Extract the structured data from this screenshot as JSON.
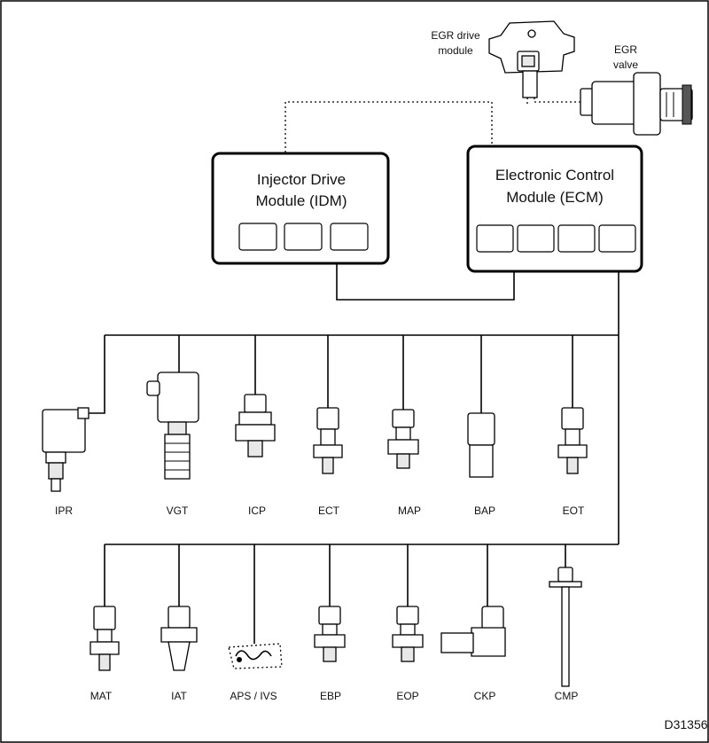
{
  "egr_drive_module": {
    "label_line1": "EGR drive",
    "label_line2": "module"
  },
  "egr_valve": {
    "label_line1": "EGR",
    "label_line2": "valve"
  },
  "idm": {
    "title_line1": "Injector Drive",
    "title_line2": "Module (IDM)"
  },
  "ecm": {
    "title_line1": "Electronic Control",
    "title_line2": "Module (ECM)"
  },
  "sensors_row1": [
    "IPR",
    "VGT",
    "ICP",
    "ECT",
    "MAP",
    "BAP",
    "EOT"
  ],
  "sensors_row2": [
    "MAT",
    "IAT",
    "APS / IVS",
    "EBP",
    "EOP",
    "CKP",
    "CMP"
  ],
  "figure_id": "D31356"
}
